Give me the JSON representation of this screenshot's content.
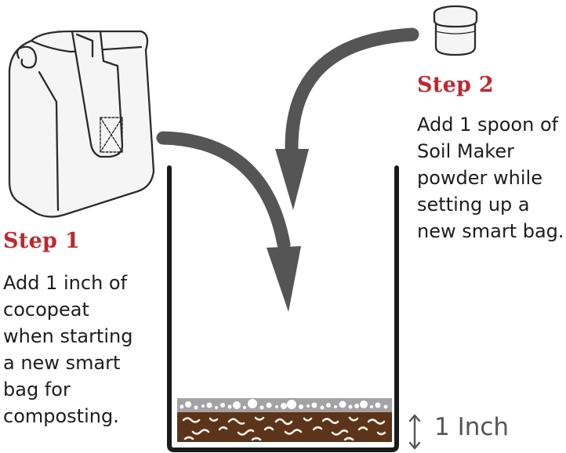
{
  "step1": {
    "title": "Step 1",
    "lines": [
      "Add 1 inch of",
      "cocopeat",
      "when starting",
      "a new smart",
      "bag for",
      "composting."
    ]
  },
  "step2": {
    "title": "Step 2",
    "lines": [
      "Add 1 spoon of",
      "Soil Maker",
      "powder while",
      "setting up a",
      "new smart bag."
    ]
  },
  "measurement": {
    "label": "1 Inch"
  },
  "icons": {
    "bag": "smart-bag-icon",
    "jar": "powder-jar-icon",
    "arrow": "curved-arrow",
    "measure": "double-arrow-icon"
  },
  "colors": {
    "title": "#c0272d",
    "arrow": "#555555",
    "soil": "#5b3419",
    "powder": "#a3a3a3"
  }
}
